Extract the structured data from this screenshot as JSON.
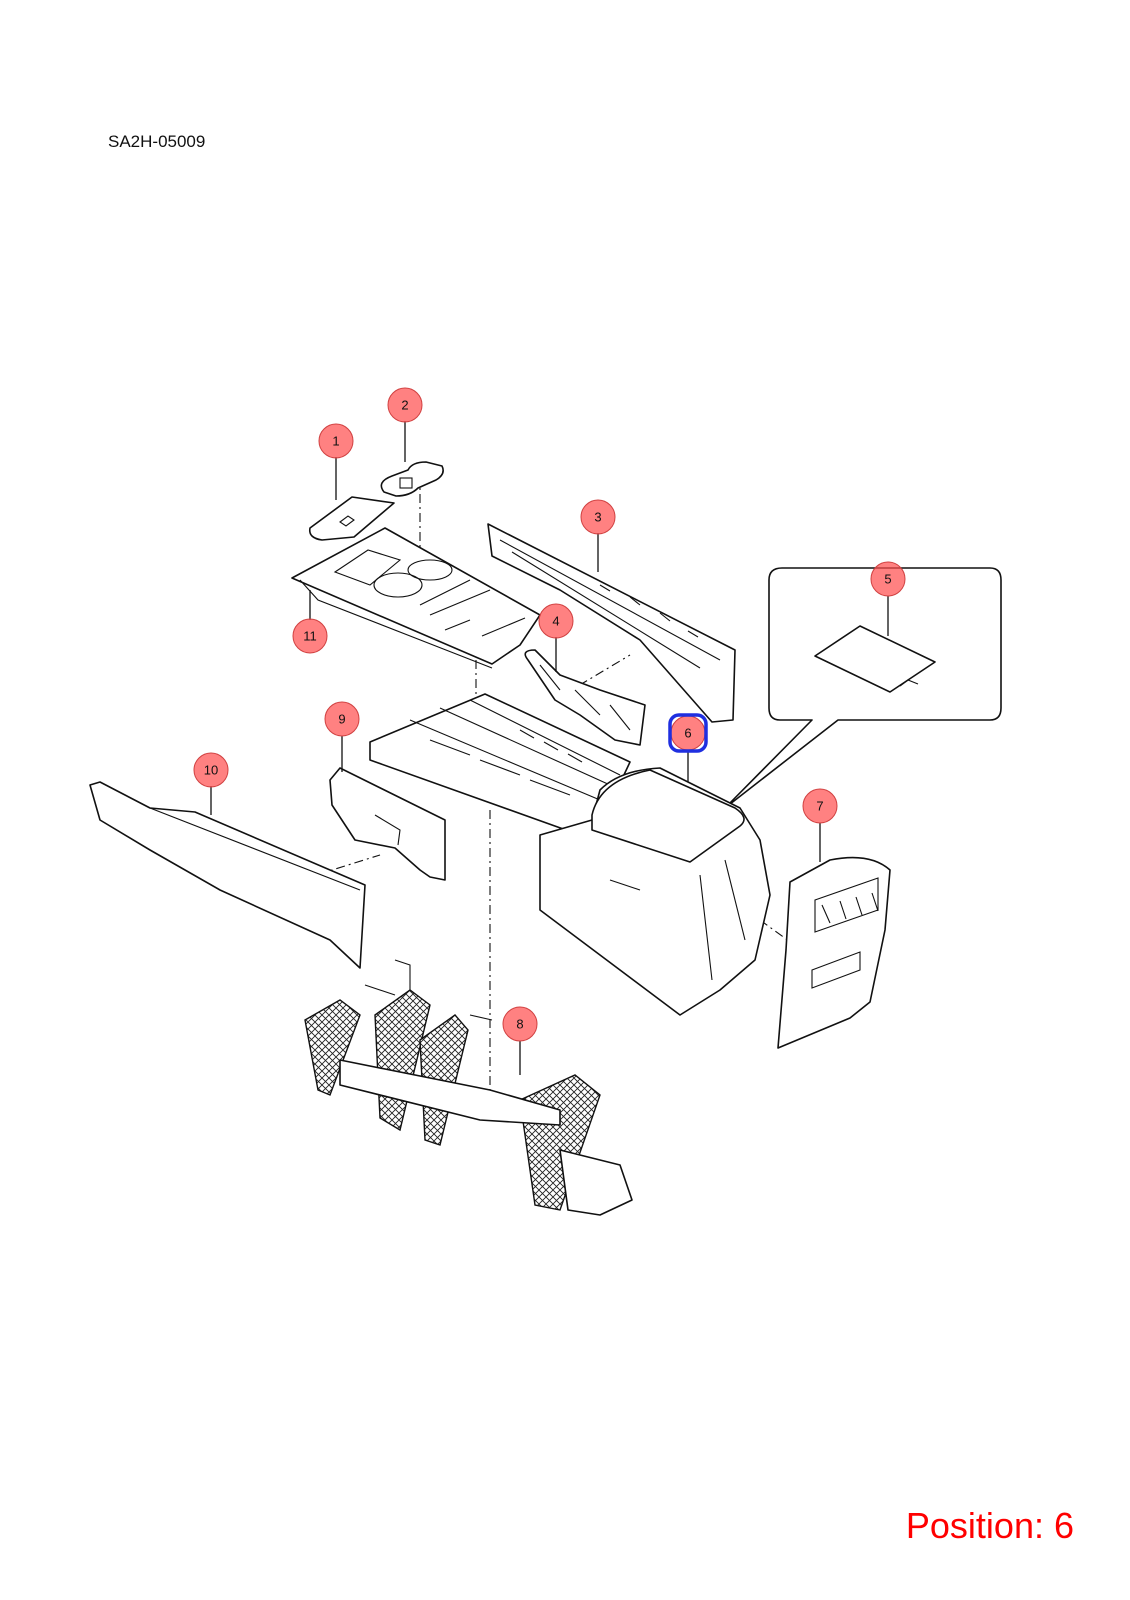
{
  "diagram": {
    "reference_code": "SA2H-05009",
    "position_label": "Position: 6",
    "highlight_color": "#1f2fe0",
    "callout_color": "#ff5050",
    "position_text_color": "#ff0000",
    "callouts": [
      {
        "id": "1",
        "label": "1"
      },
      {
        "id": "2",
        "label": "2"
      },
      {
        "id": "3",
        "label": "3"
      },
      {
        "id": "4",
        "label": "4"
      },
      {
        "id": "5",
        "label": "5"
      },
      {
        "id": "6",
        "label": "6"
      },
      {
        "id": "7",
        "label": "7"
      },
      {
        "id": "8",
        "label": "8"
      },
      {
        "id": "9",
        "label": "9"
      },
      {
        "id": "10",
        "label": "10"
      },
      {
        "id": "11",
        "label": "11"
      }
    ],
    "selected_callout": "6"
  }
}
